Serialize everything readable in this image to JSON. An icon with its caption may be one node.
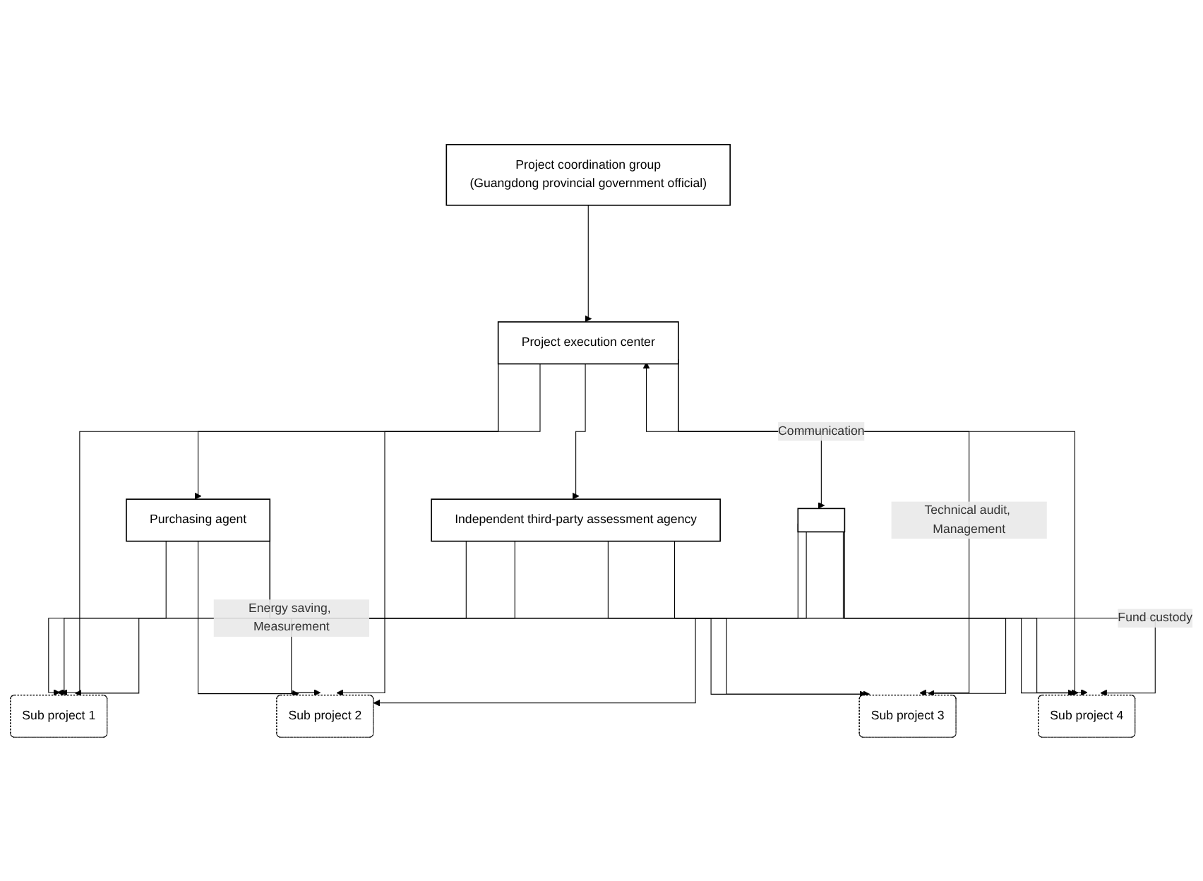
{
  "diagram": {
    "nodes": [
      {
        "text": [
          "Project coordination group",
          "(Guangdong provincial government official)"
        ]
      },
      {
        "text": [
          "Project execution center"
        ]
      },
      {
        "text": [],
        "shape": "box"
      },
      {
        "text": [
          "Purchasing agent"
        ]
      },
      {
        "text": [
          "Independent third-party assessment agency"
        ]
      },
      {
        "text": [
          "Sub project 1"
        ]
      },
      {
        "text": [
          "Sub project 2"
        ]
      },
      {
        "text": [
          "Sub project 3"
        ]
      },
      {
        "text": [
          "Sub project 4"
        ]
      }
    ],
    "edges": [
      {
        "from": 0,
        "to": 1,
        "arrow": "to"
      },
      {
        "from": 1,
        "to": 2,
        "arrow": "both",
        "label": "Communication"
      },
      {
        "from": 1,
        "to": 3,
        "arrow": "to"
      },
      {
        "from": 1,
        "to": 4,
        "arrow": "to"
      },
      {
        "from": 3,
        "to": 5,
        "arrow": "to"
      },
      {
        "from": 3,
        "to": 6,
        "arrow": "to"
      },
      {
        "from": 3,
        "to": 7,
        "arrow": "to"
      },
      {
        "from": 3,
        "to": 8,
        "arrow": "to"
      },
      {
        "from": 4,
        "to": 5,
        "arrow": "to"
      },
      {
        "from": 4,
        "to": 6,
        "arrow": "to",
        "label": "Energy saving, Measurement"
      },
      {
        "from": 4,
        "to": 7,
        "arrow": "to"
      },
      {
        "from": 4,
        "to": 8,
        "arrow": "to"
      },
      {
        "from": 1,
        "to": 5,
        "arrow": "to"
      },
      {
        "from": 1,
        "to": 6,
        "arrow": "to"
      },
      {
        "from": 1,
        "to": 7,
        "arrow": "to",
        "label": "Technical audit, Management"
      },
      {
        "from": 1,
        "to": 8,
        "arrow": "to"
      },
      {
        "from": 2,
        "to": 5,
        "arrow": "to"
      },
      {
        "from": 2,
        "to": 6,
        "arrow": "to"
      },
      {
        "from": 2,
        "to": 7,
        "arrow": "to"
      },
      {
        "from": 2,
        "to": 8,
        "arrow": "to",
        "label": "Fund custody"
      }
    ]
  }
}
